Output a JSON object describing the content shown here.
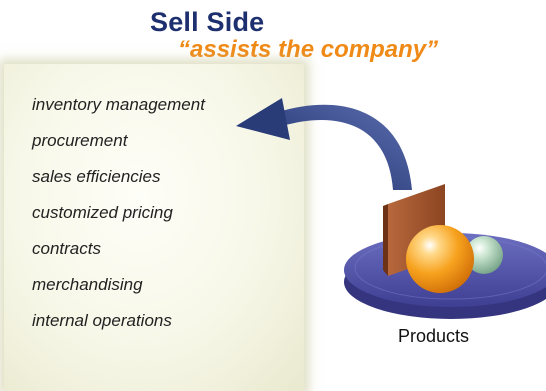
{
  "header": {
    "title": "Sell Side",
    "subtitle": "“assists the company”"
  },
  "panel": {
    "items": [
      "inventory management",
      "procurement",
      "sales efficiencies",
      "customized pricing",
      "contracts",
      "merchandising",
      "internal operations"
    ]
  },
  "products": {
    "label": "Products"
  },
  "colors": {
    "title": "#1d2f6e",
    "subtitle": "#f08a17",
    "arrow": "#2c3f7a",
    "platform": "#4d4fa3",
    "box": "#a4572e",
    "orange_sphere": "#f59a19",
    "green_sphere": "#a8d3b3"
  },
  "icons": {
    "arrow": "curved-arrow-icon",
    "platform": "platform-disc-icon",
    "box": "box-panel-icon",
    "sphere_large": "orange-sphere-icon",
    "sphere_small": "green-sphere-icon"
  }
}
